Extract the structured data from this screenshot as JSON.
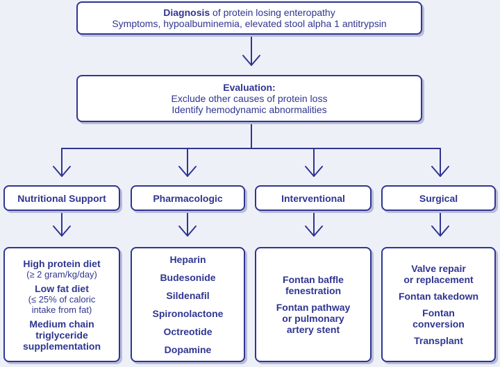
{
  "diagnosis": {
    "title": "Diagnosis",
    "title_rest": " of protein losing enteropathy",
    "detail": "Symptoms, hypoalbuminemia, elevated stool alpha 1 antitrypsin"
  },
  "evaluation": {
    "title": "Evaluation:",
    "line1": "Exclude other causes of protein loss",
    "line2": "Identify hemodynamic abnormalities"
  },
  "categories": {
    "nutritional": "Nutritional Support",
    "pharmacologic": "Pharmacologic",
    "interventional": "Interventional",
    "surgical": "Surgical"
  },
  "nutritional": {
    "item1": "High protein diet",
    "note1": "(≥ 2 gram/kg/day)",
    "item2": "Low fat diet",
    "note2a": "(≤ 25% of caloric",
    "note2b": "intake from fat)",
    "item3a": "Medium chain",
    "item3b": "triglyceride",
    "item3c": "supplementation"
  },
  "pharmacologic": {
    "items": [
      "Heparin",
      "Budesonide",
      "Sildenafil",
      "Spironolactone",
      "Octreotide",
      "Dopamine"
    ]
  },
  "interventional": {
    "item1a": "Fontan baffle",
    "item1b": "fenestration",
    "item2a": "Fontan pathway",
    "item2b": "or pulmonary",
    "item2c": "artery stent"
  },
  "surgical": {
    "item1a": "Valve repair",
    "item1b": "or replacement",
    "item2": "Fontan takedown",
    "item3a": "Fontan",
    "item3b": "conversion",
    "item4": "Transplant"
  },
  "colors": {
    "ink": "#2f3590",
    "shadow": "#b9bdd9",
    "box": "#ffffff",
    "background": "#eef0f8"
  }
}
